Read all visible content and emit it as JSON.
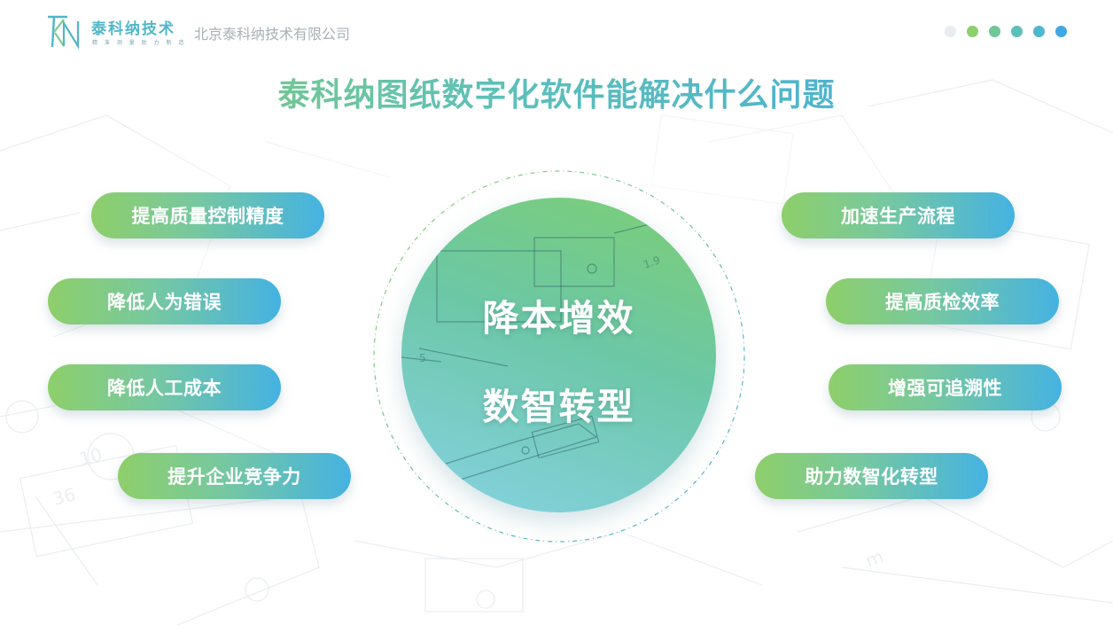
{
  "header": {
    "brand_name": "泰科纳技术",
    "brand_slogan": "精 准 测 量   助 力 制 造",
    "company_name": "北京泰科纳技术有限公司",
    "page_dots": [
      "#e9edf0",
      "#8dcf6c",
      "#6fc79a",
      "#5cc0b8",
      "#4fb6cf",
      "#3fa9e0"
    ]
  },
  "title": "泰科纳图纸数字化软件能解决什么问题",
  "center": {
    "line1": "降本增效",
    "line2": "数智转型"
  },
  "left_items": [
    "提高质量控制精度",
    "降低人为错误",
    "降低人工成本",
    "提升企业竞争力"
  ],
  "right_items": [
    "加速生产流程",
    "提高质检效率",
    "增强可追溯性",
    "助力数智化转型"
  ],
  "colors": {
    "accent_green": "#8dcf6c",
    "accent_teal": "#5cc0b8",
    "accent_blue": "#45a9e0"
  }
}
